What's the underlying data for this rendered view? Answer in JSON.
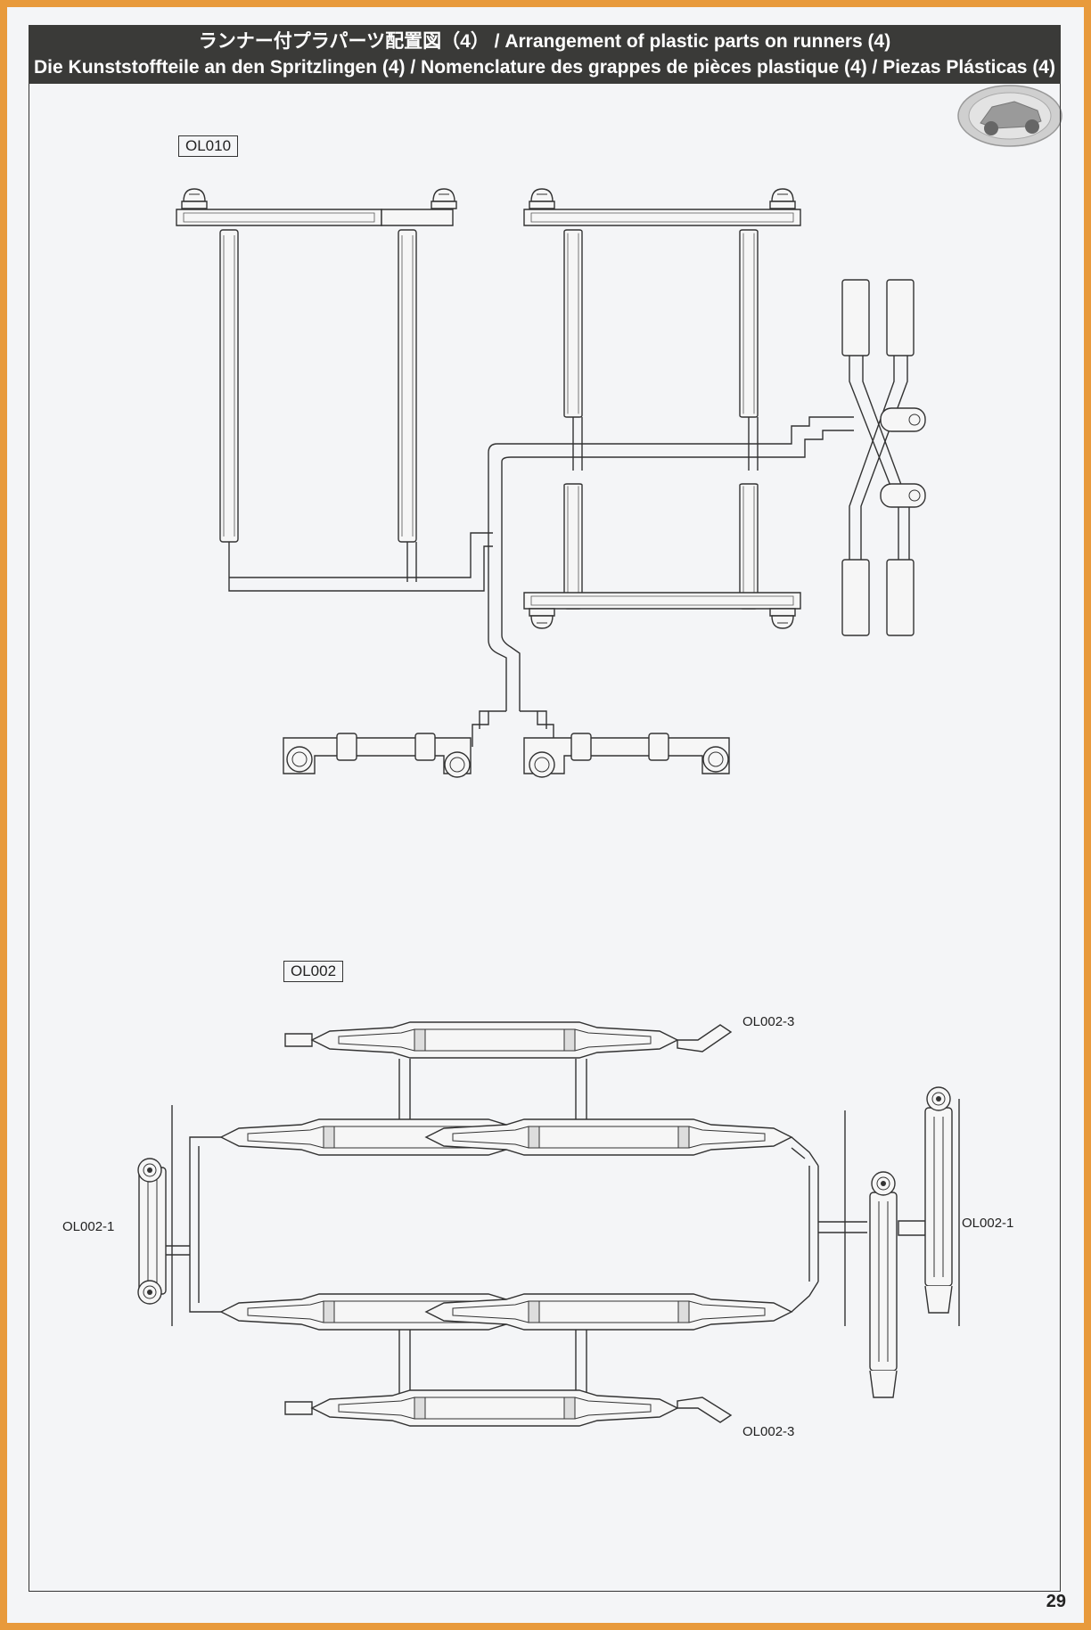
{
  "header": {
    "line1": "ランナー付プラパーツ配置図（4） / Arrangement of plastic parts on runners (4)",
    "line2": "Die Kunststoffteile an den Spritzlingen (4) / Nomenclature des grappes de pièces plastique (4) / Piezas Plásticas (4)"
  },
  "runners": [
    {
      "code": "OL010"
    },
    {
      "code": "OL002",
      "part_labels": [
        "OL002-1",
        "OL002-1",
        "OL002-3",
        "OL002-3"
      ]
    }
  ],
  "page_number": "29"
}
